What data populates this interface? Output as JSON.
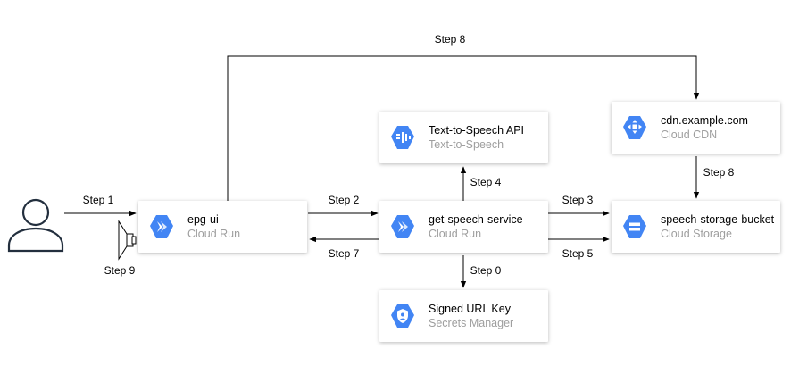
{
  "nodes": {
    "epg_ui": {
      "title": "epg-ui",
      "subtitle": "Cloud Run",
      "icon": "cloud-run-icon"
    },
    "get_speech": {
      "title": "get-speech-service",
      "subtitle": "Cloud Run",
      "icon": "cloud-run-icon"
    },
    "tts": {
      "title": "Text-to-Speech API",
      "subtitle": "Text-to-Speech",
      "icon": "text-to-speech-icon"
    },
    "secrets": {
      "title": "Signed URL Key",
      "subtitle": "Secrets Manager",
      "icon": "secret-manager-icon"
    },
    "cdn": {
      "title": "cdn.example.com",
      "subtitle": "Cloud CDN",
      "icon": "cloud-cdn-icon"
    },
    "storage": {
      "title": "speech-storage-bucket",
      "subtitle": "Cloud Storage",
      "icon": "cloud-storage-icon"
    }
  },
  "edges": {
    "step1": "Step 1",
    "step2": "Step 2",
    "step3": "Step 3",
    "step4": "Step 4",
    "step5": "Step 5",
    "step7": "Step 7",
    "step0": "Step 0",
    "step8_top": "Step 8",
    "step8_cdn": "Step 8",
    "step9": "Step 9"
  },
  "colors": {
    "gcp_blue": "#4285F4",
    "subtitle_gray": "#9E9E9E",
    "user_stroke": "#232F3E"
  }
}
